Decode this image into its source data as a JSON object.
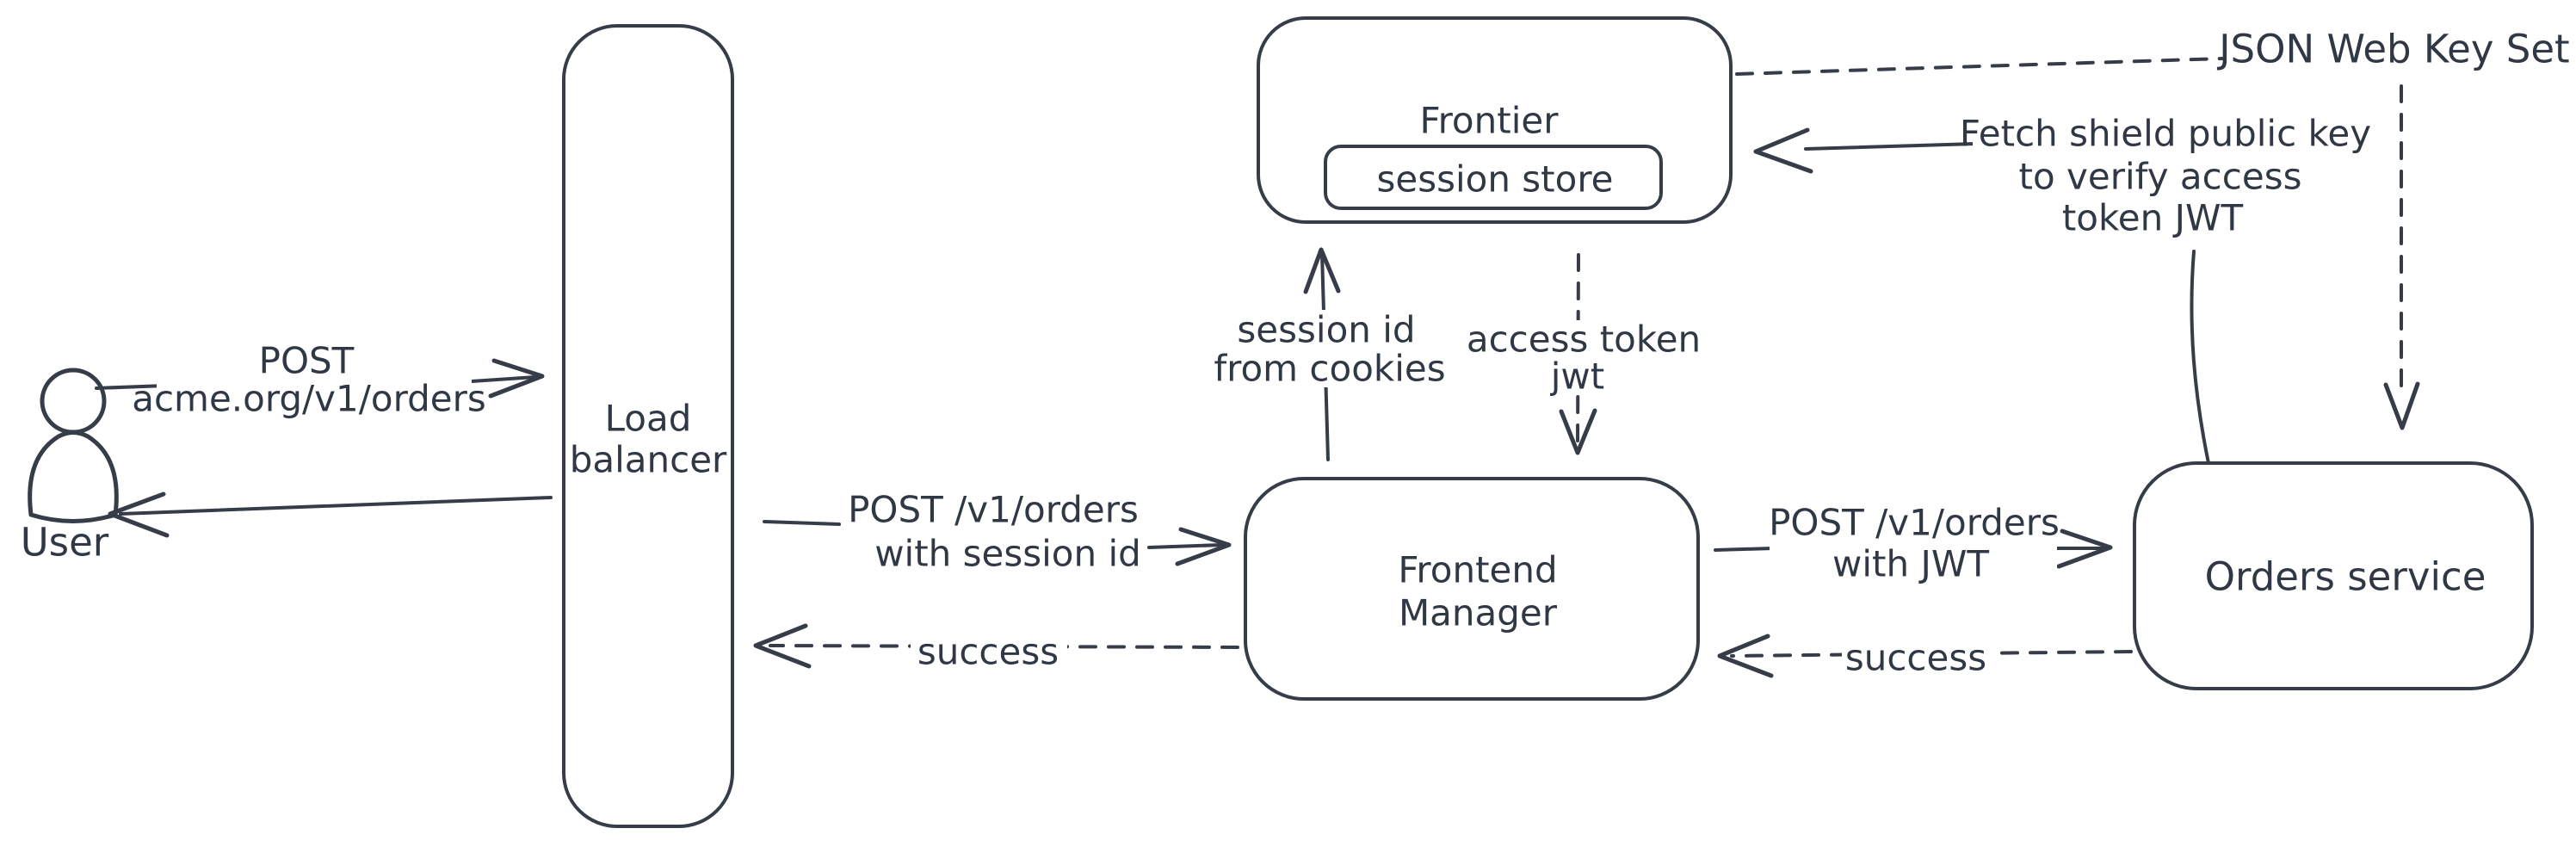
{
  "canvas": {
    "background": "#ffffff",
    "stroke_color": "#363c48",
    "text_color": "#313845",
    "hatch_color": "#c9d0da"
  },
  "nodes": {
    "user": {
      "label": "User"
    },
    "load_balancer": {
      "line1": "Load",
      "line2": "balancer"
    },
    "frontier": {
      "title": "Frontier",
      "store": "session store"
    },
    "frontend_manager": {
      "line1": "Frontend",
      "line2": "Manager"
    },
    "orders_service": {
      "label": "Orders service"
    }
  },
  "labels": {
    "jwks": "JSON Web Key Set",
    "post_acme_1": "POST",
    "post_acme_2": "acme.org/v1/orders",
    "post_session_1": "POST /v1/orders",
    "post_session_2": "with session id",
    "success_left": "success",
    "session_cookies_1": "session id",
    "session_cookies_2": "from cookies",
    "access_token_1": "access token",
    "access_token_2": "jwt",
    "post_jwt_1": "POST /v1/orders",
    "post_jwt_2": "with JWT",
    "success_right": "success",
    "fetch_key_1": "Fetch shield public key",
    "fetch_key_2": "to verify access",
    "fetch_key_3": "token JWT"
  }
}
